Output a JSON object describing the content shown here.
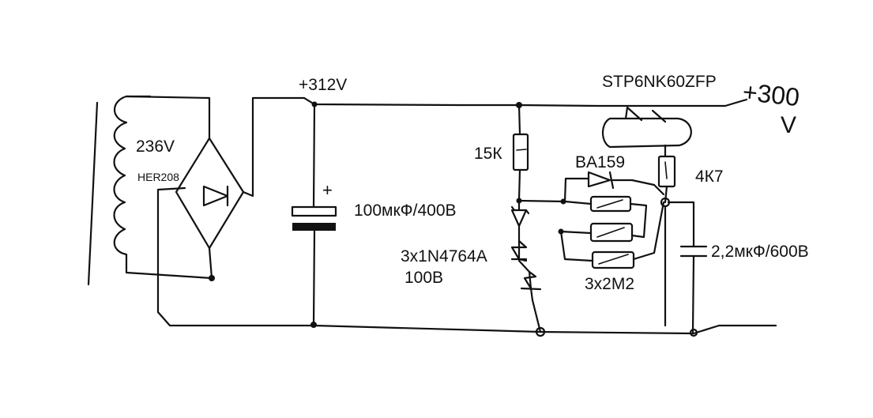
{
  "diagram": {
    "labels": {
      "dc_bus": "+312V",
      "mosfet": "STP6NK60ZFP",
      "output_plus": "+300",
      "output_unit": "V",
      "transformer_voltage": "236V",
      "rectifier": "HER208",
      "main_capacitor": "100мкФ/400В",
      "cap_polarity": "+",
      "resistor_top": "15К",
      "diode": "BA159",
      "resistor_gate": "4К7",
      "zener_line1": "3x1N4764A",
      "zener_line2": "100В",
      "resistors_chain": "3x2M2",
      "output_capacitor": "2,2мкФ/600В"
    },
    "colors": {
      "ink": "#111111",
      "background": "#ffffff"
    }
  }
}
